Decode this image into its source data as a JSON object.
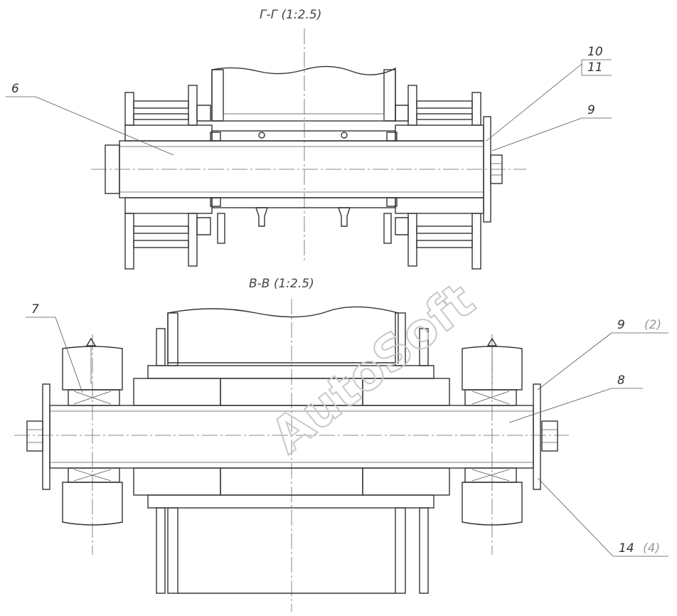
{
  "views": {
    "top_title": "Г-Г  (1:2.5)",
    "bottom_title": "В-В  (1:2.5)"
  },
  "callouts": {
    "top": {
      "c6": "6",
      "c9": "9",
      "c10": "10",
      "c11": "11"
    },
    "bottom": {
      "c7": "7",
      "c8": "8",
      "c9": "9",
      "c9_qty": "(2)",
      "c14": "14",
      "c14_qty": "(4)"
    }
  },
  "watermark": "AutoSoft",
  "colors": {
    "line": "#333333",
    "watermark": "#c8c8c8",
    "quantity": "#9a9a9a"
  }
}
